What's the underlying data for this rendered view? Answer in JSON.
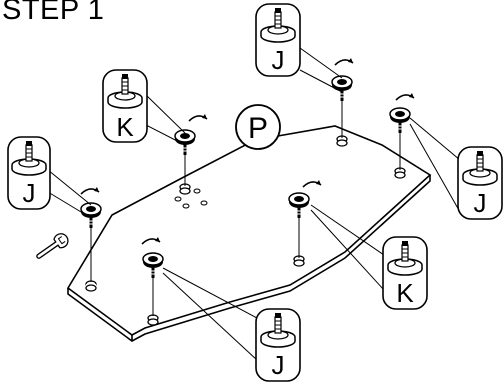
{
  "step": {
    "title": "STEP 1"
  },
  "part_labels": {
    "panel": "P",
    "glide_j": "J",
    "glide_k": "K"
  },
  "icons": [
    "wrench-icon",
    "rotate-arrow-icon",
    "leveling-glide-icon"
  ],
  "colors": {
    "line": "#000000",
    "fill": "#ffffff"
  }
}
